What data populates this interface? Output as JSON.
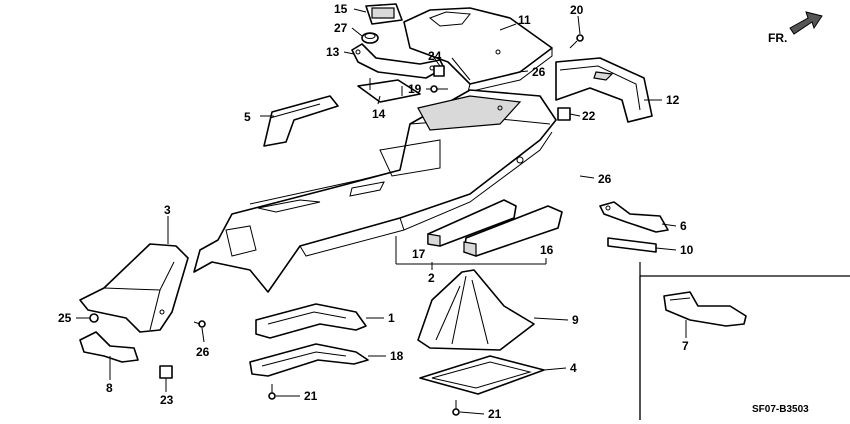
{
  "diagram": {
    "direction_label": "FR.",
    "code": "SF07-B3503",
    "callouts": {
      "c1": "1",
      "c2": "2",
      "c3": "3",
      "c4": "4",
      "c5": "5",
      "c6": "6",
      "c7": "7",
      "c8": "8",
      "c9": "9",
      "c10": "10",
      "c11": "11",
      "c12": "12",
      "c13": "13",
      "c14": "14",
      "c15": "15",
      "c16": "16",
      "c17": "17",
      "c18": "18",
      "c19": "19",
      "c20": "20",
      "c21a": "21",
      "c21b": "21",
      "c22": "22",
      "c23": "23",
      "c24": "24",
      "c25": "25",
      "c26a": "26",
      "c26b": "26",
      "c26c": "26",
      "c27": "27"
    },
    "icons": {
      "direction": "arrow-icon"
    }
  }
}
